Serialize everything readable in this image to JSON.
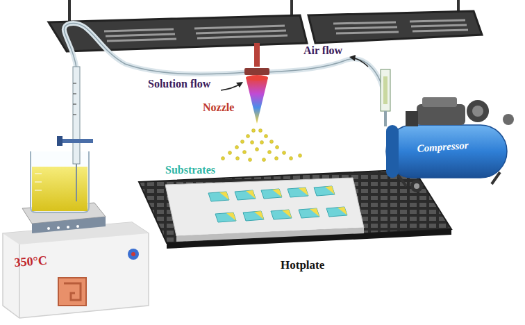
{
  "diagram": {
    "labels": [
      "Solution flow",
      "Air flow",
      "Nozzle",
      "Substrates",
      "Hotplate",
      "350°C",
      "Compressor"
    ]
  }
}
